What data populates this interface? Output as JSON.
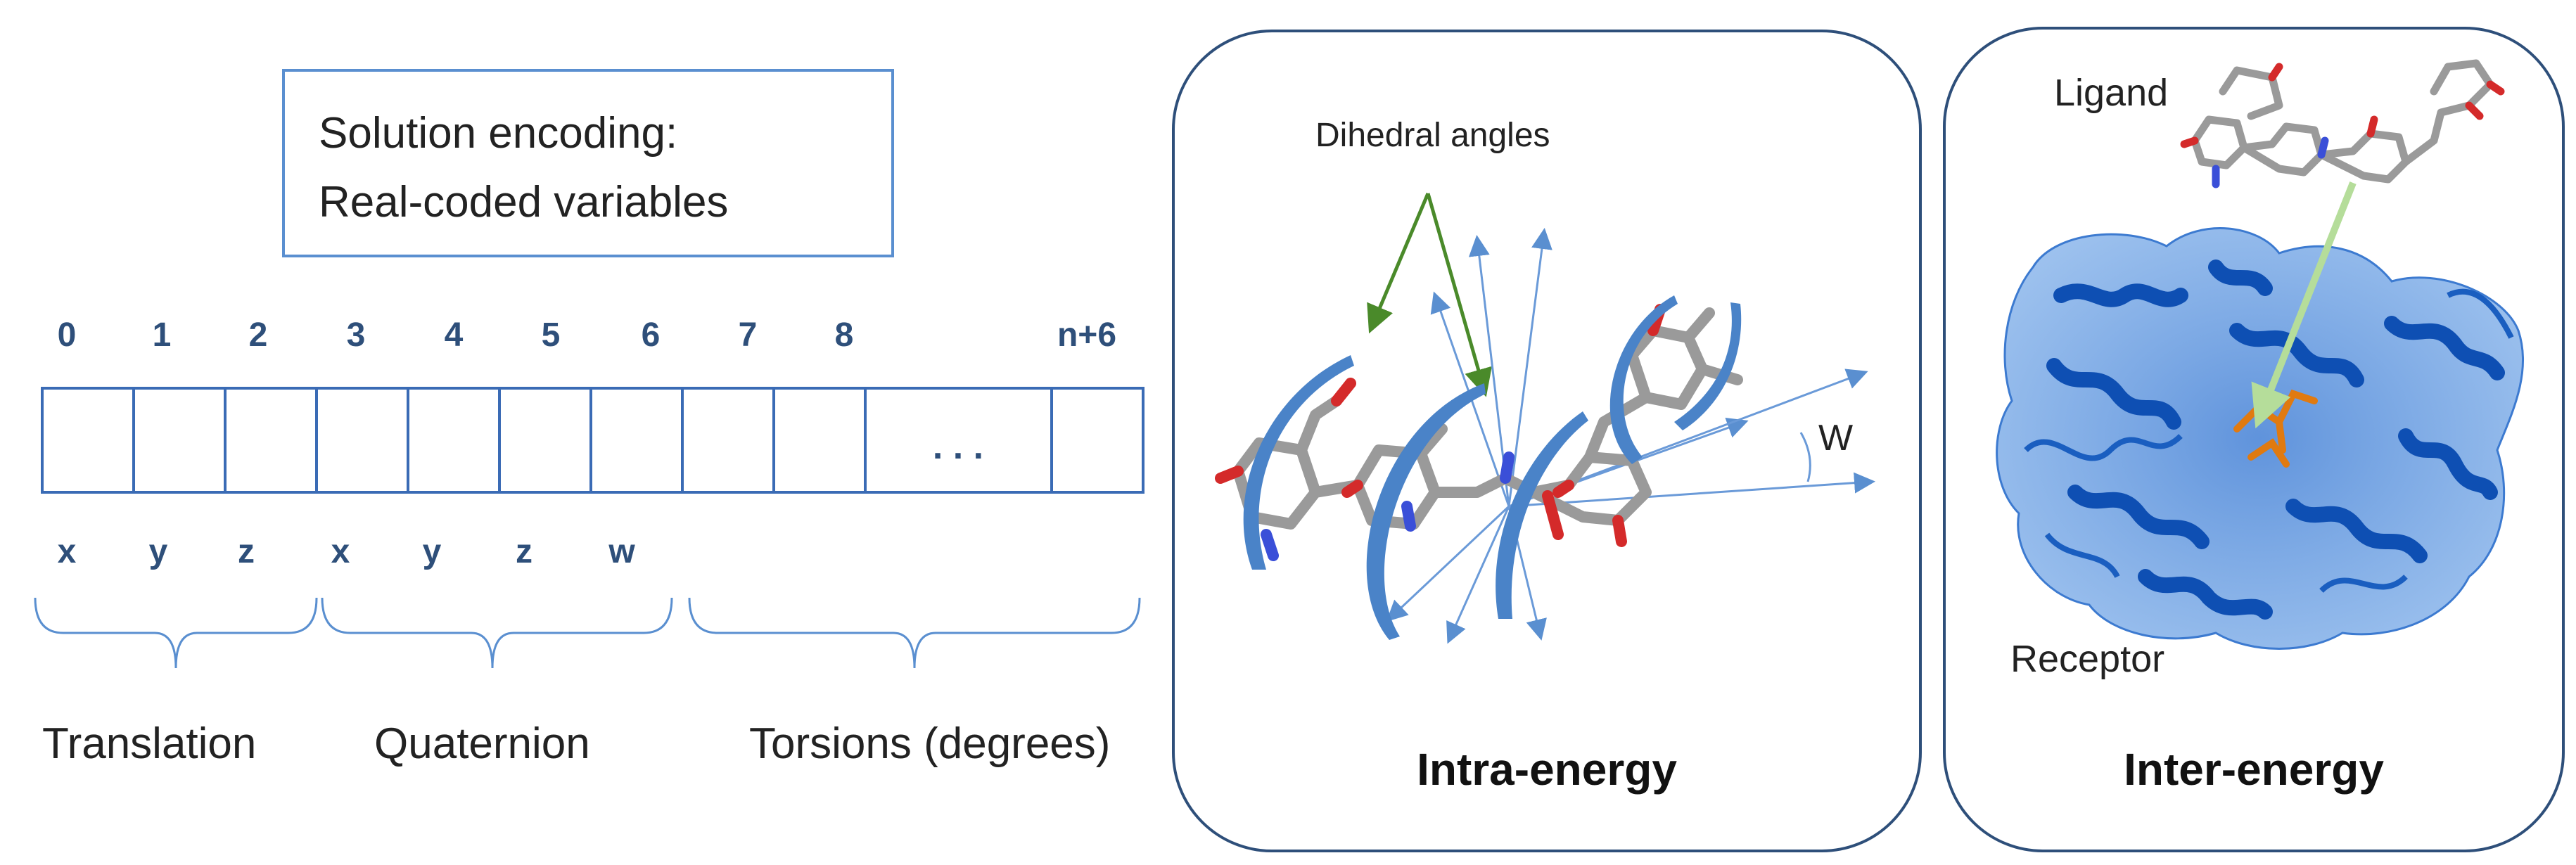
{
  "encoding_box": {
    "line1": "Solution encoding:",
    "line2": "Real-coded variables"
  },
  "indices": [
    "0",
    "1",
    "2",
    "3",
    "4",
    "5",
    "6",
    "7",
    "8",
    "n+6"
  ],
  "ellipsis": ". . .",
  "variables": [
    "x",
    "y",
    "z",
    "x",
    "y",
    "z",
    "w"
  ],
  "groups": {
    "translation": "Translation",
    "quaternion": "Quaternion",
    "torsions": "Torsions (degrees)"
  },
  "intra_panel": {
    "dihedral_label": "Dihedral angles",
    "w_label": "W",
    "title": "Intra-energy"
  },
  "inter_panel": {
    "ligand_label": "Ligand",
    "receptor_label": "Receptor",
    "title": "Inter-energy"
  },
  "colors": {
    "accent_blue": "#3a6bb5",
    "index_text": "#2e4f7a",
    "arrow_blue": "#5a8fd0",
    "arrow_green": "#4a8a2a",
    "protein_blue": "#1f64c8",
    "ligand_arrow": "#c8e6b0"
  }
}
